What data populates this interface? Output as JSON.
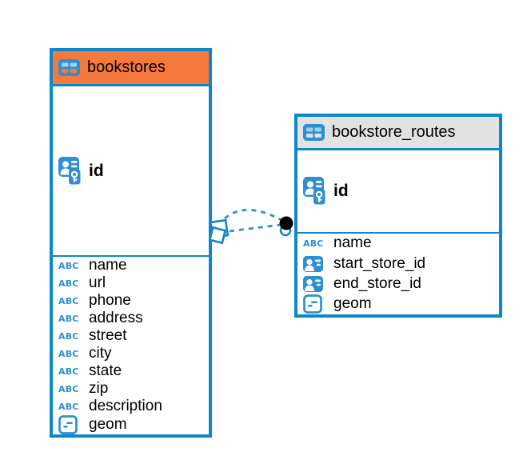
{
  "diagram": {
    "tables": [
      {
        "title": "bookstores",
        "header_color": "#f5793c",
        "columns": [
          {
            "name": "id",
            "type": "primary-key"
          },
          {
            "name": "name",
            "type": "text"
          },
          {
            "name": "url",
            "type": "text"
          },
          {
            "name": "phone",
            "type": "text"
          },
          {
            "name": "address",
            "type": "text"
          },
          {
            "name": "street",
            "type": "text"
          },
          {
            "name": "city",
            "type": "text"
          },
          {
            "name": "state",
            "type": "text"
          },
          {
            "name": "zip",
            "type": "text"
          },
          {
            "name": "description",
            "type": "text"
          },
          {
            "name": "geom",
            "type": "geometry"
          }
        ]
      },
      {
        "title": "bookstore_routes",
        "header_color": "#e2e2e2",
        "columns": [
          {
            "name": "id",
            "type": "primary-key"
          },
          {
            "name": "name",
            "type": "text"
          },
          {
            "name": "start_store_id",
            "type": "reference"
          },
          {
            "name": "end_store_id",
            "type": "reference"
          },
          {
            "name": "geom",
            "type": "geometry"
          }
        ]
      }
    ],
    "connections": [
      {
        "from": "bookstores",
        "to": "bookstore_routes",
        "style": "dashed"
      },
      {
        "from": "bookstores",
        "to": "bookstore_routes",
        "style": "dashed"
      }
    ],
    "colors": {
      "border_blue": "#0d87ca",
      "icon_blue": "#2e8fd2",
      "icon_light_blue": "#9ed0f0",
      "line_blue": "#2f90d1",
      "header_orange": "#f5793c",
      "header_gray": "#e2e2e2",
      "endpoint_black": "#000000"
    }
  }
}
